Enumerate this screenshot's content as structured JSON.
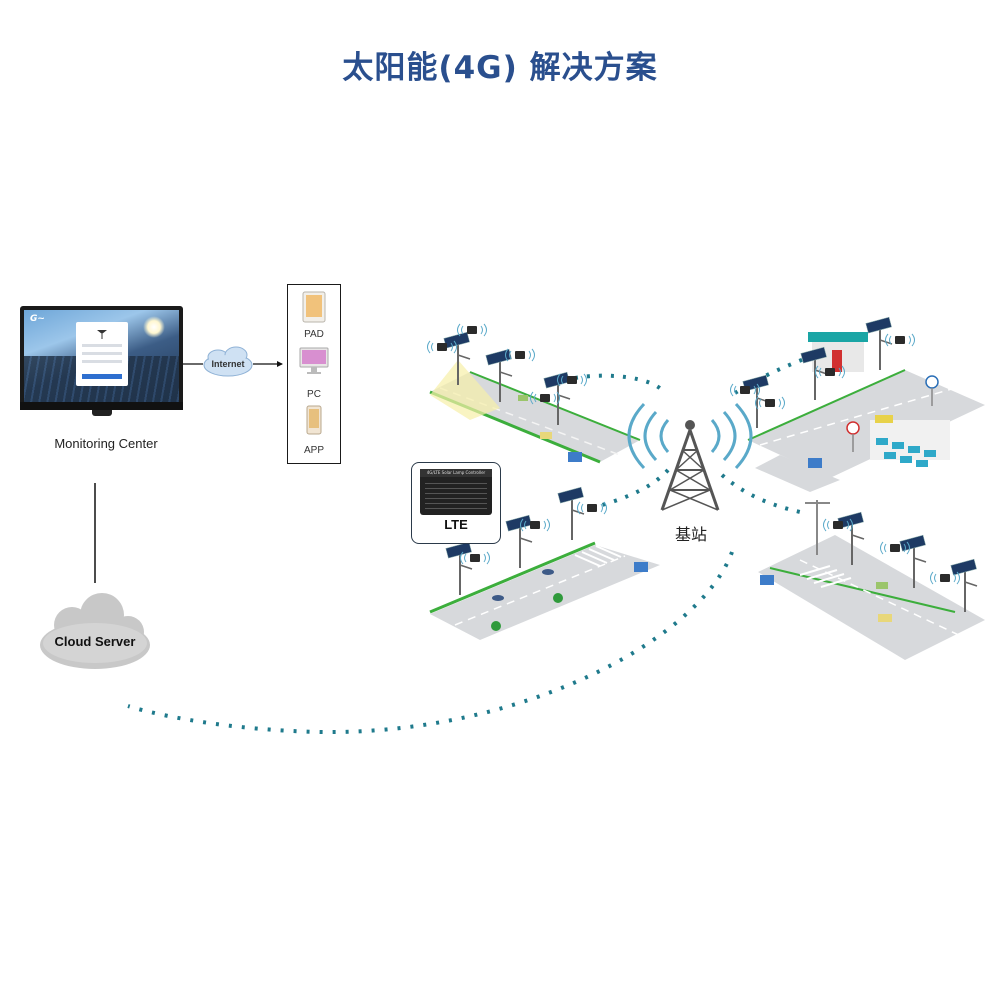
{
  "title": "太阳能(4G) 解决方案",
  "monitoring_center": {
    "label": "Monitoring Center"
  },
  "internet": {
    "label": "Internet"
  },
  "devices": [
    {
      "label": "PAD",
      "icon": "tablet-icon"
    },
    {
      "label": "PC",
      "icon": "desktop-pc-icon"
    },
    {
      "label": "APP",
      "icon": "smartphone-icon"
    }
  ],
  "cloud_server": {
    "label": "Cloud Server"
  },
  "lte_controller": {
    "label": "LTE",
    "header": "4G/LTE Solar Lamp Controller"
  },
  "base_station": {
    "label": "基站"
  },
  "colors": {
    "title": "#2a4f8e",
    "signal_wave": "#1f7a8c",
    "road": "#d7d9dc",
    "grass": "#3cae3c",
    "tower": "#555555",
    "solar_panel": "#1e3a64"
  }
}
